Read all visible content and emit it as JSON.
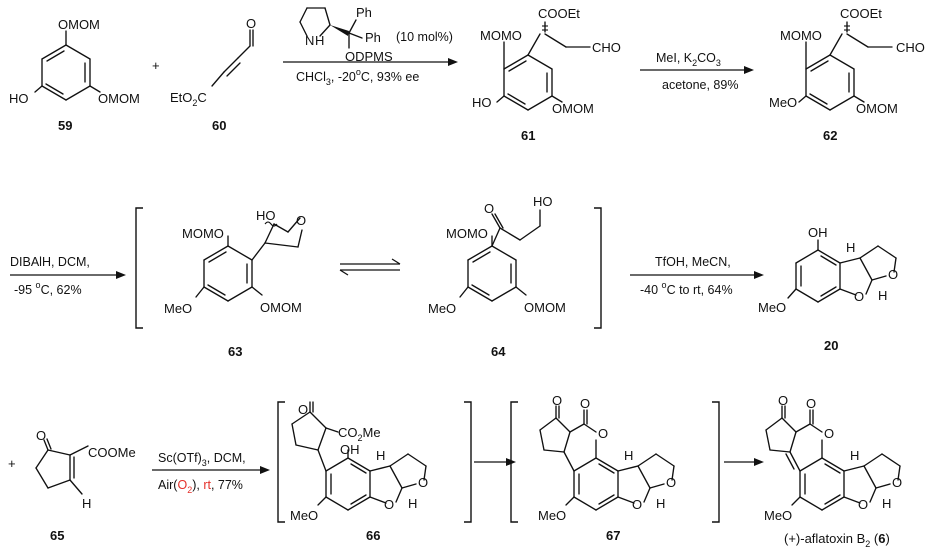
{
  "compounds": {
    "c59": {
      "number": "59",
      "labels": [
        "OMOM",
        "OMOM",
        "HO"
      ]
    },
    "c60": {
      "number": "60",
      "labels": [
        "O",
        "EtO",
        "2",
        "C"
      ]
    },
    "c61": {
      "number": "61",
      "labels": [
        "MOMO",
        "COOEt",
        "CHO",
        "HO",
        "OMOM"
      ]
    },
    "c62": {
      "number": "62",
      "labels": [
        "MOMO",
        "COOEt",
        "CHO",
        "MeO",
        "OMOM"
      ]
    },
    "c63": {
      "number": "63",
      "labels": [
        "HO",
        "O",
        "MOMO",
        "MeO",
        "OMOM"
      ]
    },
    "c64": {
      "number": "64",
      "labels": [
        "O",
        "HO",
        "MOMO",
        "MeO",
        "OMOM"
      ]
    },
    "c20": {
      "number": "20",
      "labels": [
        "OH",
        "H",
        "O",
        "O",
        "H",
        "MeO"
      ]
    },
    "c65": {
      "number": "65",
      "labels": [
        "O",
        "COOMe",
        "H"
      ]
    },
    "c66": {
      "number": "66",
      "labels": [
        "O",
        "CO",
        "2",
        "Me",
        "OH",
        "H",
        "O",
        "O",
        "H",
        "MeO"
      ]
    },
    "c67": {
      "number": "67",
      "labels": [
        "O",
        "O",
        "O",
        "H",
        "O",
        "O",
        "H",
        "MeO"
      ]
    },
    "c6": {
      "prefix": "(+)-aflatoxin B",
      "sub": "2",
      "open": " (",
      "number": "6",
      "close": ")",
      "labels": [
        "O",
        "O",
        "O",
        "H",
        "O",
        "O",
        "H",
        "MeO"
      ]
    }
  },
  "plus_signs": [
    "+",
    "+"
  ],
  "arrows": {
    "a1": {
      "catalyst_labels": [
        "N",
        "H",
        "Ph",
        "Ph",
        "ODPMS"
      ],
      "loading": "(10 mol%)",
      "below": {
        "pre": "CHCl",
        "sub": "3",
        "post": ", -20",
        "sup": "o",
        "tail": "C, 93% ee"
      }
    },
    "a2": {
      "above": {
        "pre": "MeI, K",
        "sub": "2",
        "mid": "CO",
        "sub2": "3"
      },
      "below": "acetone, 89%"
    },
    "a3": {
      "above": "DIBAlH, DCM,",
      "below": {
        "pre": "-95 ",
        "sup": "o",
        "post": "C, 62%"
      }
    },
    "a4": {
      "above": "TfOH, MeCN,",
      "below": {
        "pre": "-40 ",
        "sup": "o",
        "post": "C to rt, 64%"
      }
    },
    "a5": {
      "line1": {
        "pre": "Sc(OTf)",
        "sub": "3",
        "post": ", DCM,"
      },
      "line2": {
        "a": "Air(",
        "b": "O",
        "bsub": "2",
        "c": "), ",
        "d": "rt",
        "e": ", 77%"
      }
    }
  },
  "colors": {
    "ink": "#111111",
    "highlight": "#e4302a"
  }
}
